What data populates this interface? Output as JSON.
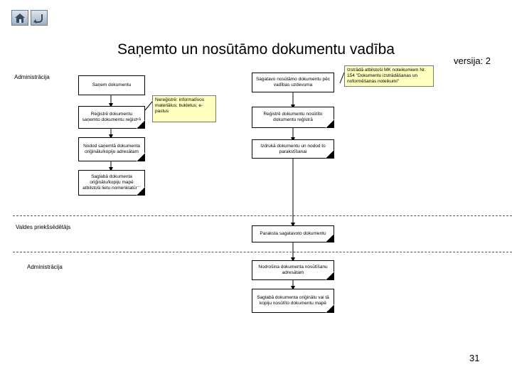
{
  "nav": {
    "home_icon": "home-icon",
    "back_icon": "back-arrow-icon"
  },
  "header": {
    "title": "Saņemto un nosūtāmo dokumentu vadība",
    "version": "versija: 2"
  },
  "lanes": {
    "lane1": "Administrācija",
    "lane2": "Valdes priekšsēdētājs",
    "lane3": "Administrācija"
  },
  "left_flow": {
    "b1": "Saņem dokumentu",
    "b2": "Reģistrē dokumentu saņemto dokumentu reģistrā",
    "b3": "Nodod saņemtā dokumenta oriģinālu/kopiju adresātam",
    "b4": "Saglabā dokumenta oriģinālu/kopiju mapē atbilstoši lietu nomenklatūrai"
  },
  "note_unregistered": "Nereģistrē: informatīvos materiālus; bukletus; e-pastus",
  "right_flow": {
    "b1": "Sagatavo nosūtāmo dokumentu pēc vadības uzdevuma",
    "b2": "Reģistrē dokumentu nosūtīto dokumentu reģistrā",
    "b3": "Izdrukā dokumentu un nodod to parakstīšanai",
    "b4": "Paraksta sagatavoto dokumentu",
    "b5": "Nodrošina dokumenta nosūtīšanu adresātam",
    "b6": "Saglabā dokumenta oriģinālu vai tā kopiju nosūtīto dokumentu mapē"
  },
  "note_mk": "Izstrādā atbilstoši MK noteikumiem Nr. 154 \"Dokumentu izstrādāšanas un noformēšanas noteikumi\"",
  "footer": {
    "page_number": "31"
  },
  "colors": {
    "note_bg": "#ffffc0",
    "lane_line": "#555555"
  }
}
